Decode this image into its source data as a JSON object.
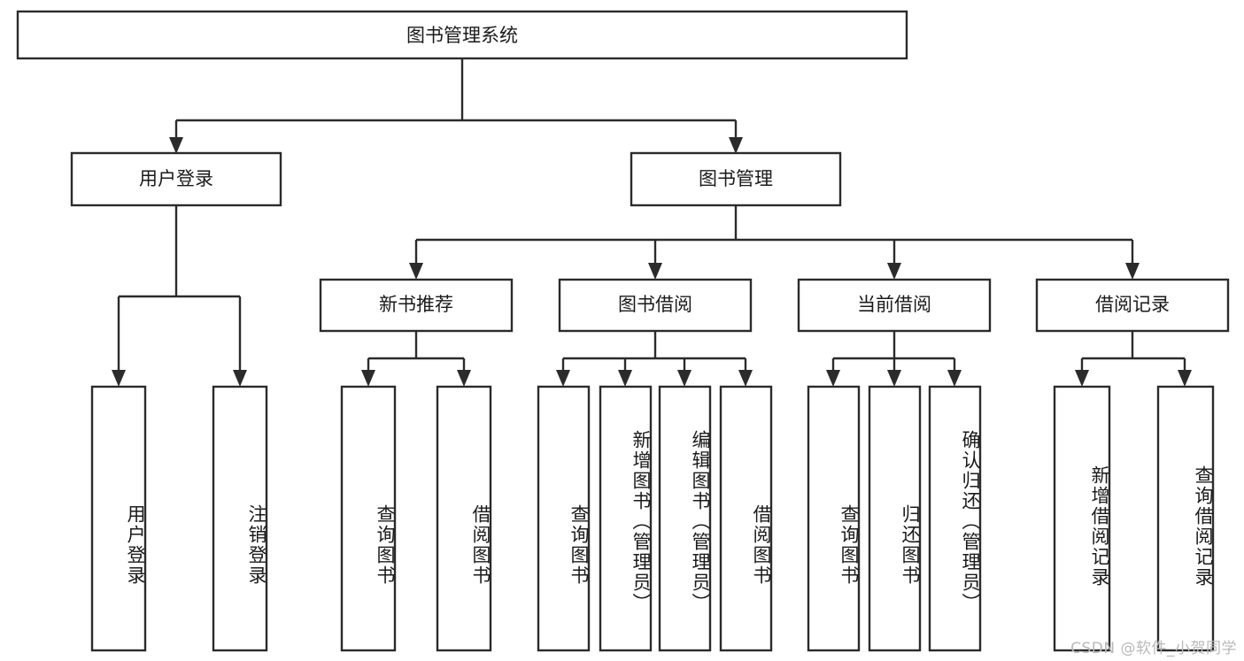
{
  "diagram": {
    "title": "图书管理系统",
    "type": "tree-hierarchy",
    "root": {
      "label": "图书管理系统",
      "level": 0
    },
    "level2": [
      {
        "label": "用户登录"
      },
      {
        "label": "图书管理"
      }
    ],
    "level3": [
      {
        "label": "新书推荐"
      },
      {
        "label": "图书借阅"
      },
      {
        "label": "当前借阅"
      },
      {
        "label": "借阅记录"
      }
    ],
    "leaves": {
      "user_login": [
        {
          "label": "用户登录"
        },
        {
          "label": "注销登录"
        }
      ],
      "new_book_recommend": [
        {
          "label": "查询图书"
        },
        {
          "label": "借阅图书"
        }
      ],
      "book_borrow": [
        {
          "label": "查询图书"
        },
        {
          "label": "新增图书（管理员）"
        },
        {
          "label": "编辑图书（管理员）"
        },
        {
          "label": "借阅图书"
        }
      ],
      "current_borrow": [
        {
          "label": "查询图书"
        },
        {
          "label": "归还图书"
        },
        {
          "label": "确认归还（管理员）"
        }
      ],
      "borrow_record": [
        {
          "label": "新增借阅记录"
        },
        {
          "label": "查询借阅记录"
        }
      ]
    }
  },
  "watermark": {
    "text": "CSDN @软件_小贺同学"
  },
  "colors": {
    "stroke": "#2b2b2b",
    "box_fill": "#ffffff",
    "text": "#1a1a1a",
    "watermark": "#b9b9b9",
    "background": "#ffffff"
  }
}
